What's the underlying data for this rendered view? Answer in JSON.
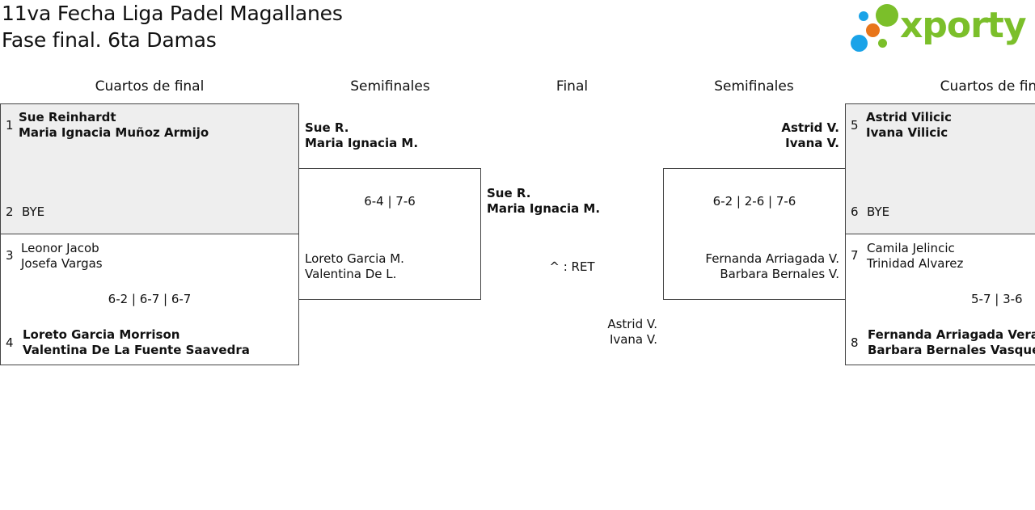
{
  "title": {
    "line1": "11va Fecha Liga Padel Magallanes",
    "line2": "Fase final. 6ta Damas"
  },
  "logo": {
    "text": "xporty",
    "colors": {
      "green": "#7bbf2a",
      "blue": "#1aa3e8",
      "orange": "#e8751a"
    }
  },
  "rounds": {
    "left_qf": "Cuartos de final",
    "left_sf": "Semifinales",
    "final": "Final",
    "right_sf": "Semifinales",
    "right_qf": "Cuartos de final"
  },
  "left_qf": {
    "match1": {
      "seed_a": "1",
      "team_a": [
        "Sue Reinhardt",
        "Maria Ignacia Muñoz Armijo"
      ],
      "seed_b": "2",
      "team_b": [
        "BYE"
      ]
    },
    "match2": {
      "seed_a": "3",
      "team_a": [
        "Leonor Jacob",
        "Josefa Vargas"
      ],
      "score": "6-2 | 6-7 | 6-7",
      "seed_b": "4",
      "team_b": [
        "Loreto Garcia Morrison",
        "Valentina De La Fuente Saavedra"
      ]
    }
  },
  "left_sf": {
    "team_a": [
      "Sue R.",
      "Maria Ignacia M."
    ],
    "score": "6-4 | 7-6",
    "team_b": [
      "Loreto Garcia M.",
      "Valentina De L."
    ]
  },
  "final": {
    "team_a": [
      "Sue R.",
      "Maria Ignacia M."
    ],
    "note": "^ : RET",
    "team_b": [
      "Astrid V.",
      "Ivana V."
    ]
  },
  "right_sf": {
    "team_a": [
      "Astrid V.",
      "Ivana V."
    ],
    "score": "6-2 | 2-6 | 7-6",
    "team_b": [
      "Fernanda Arriagada V.",
      "Barbara Bernales V."
    ]
  },
  "right_qf": {
    "match1": {
      "seed_a": "5",
      "team_a": [
        "Astrid Vilicic",
        "Ivana Vilicic"
      ],
      "seed_b": "6",
      "team_b": [
        "BYE"
      ]
    },
    "match2": {
      "seed_a": "7",
      "team_a": [
        "Camila Jelincic",
        "Trinidad Alvarez"
      ],
      "score": "5-7 | 3-6",
      "seed_b": "8",
      "team_b": [
        "Fernanda Arriagada Vera",
        "Barbara Bernales Vasquez"
      ]
    }
  }
}
